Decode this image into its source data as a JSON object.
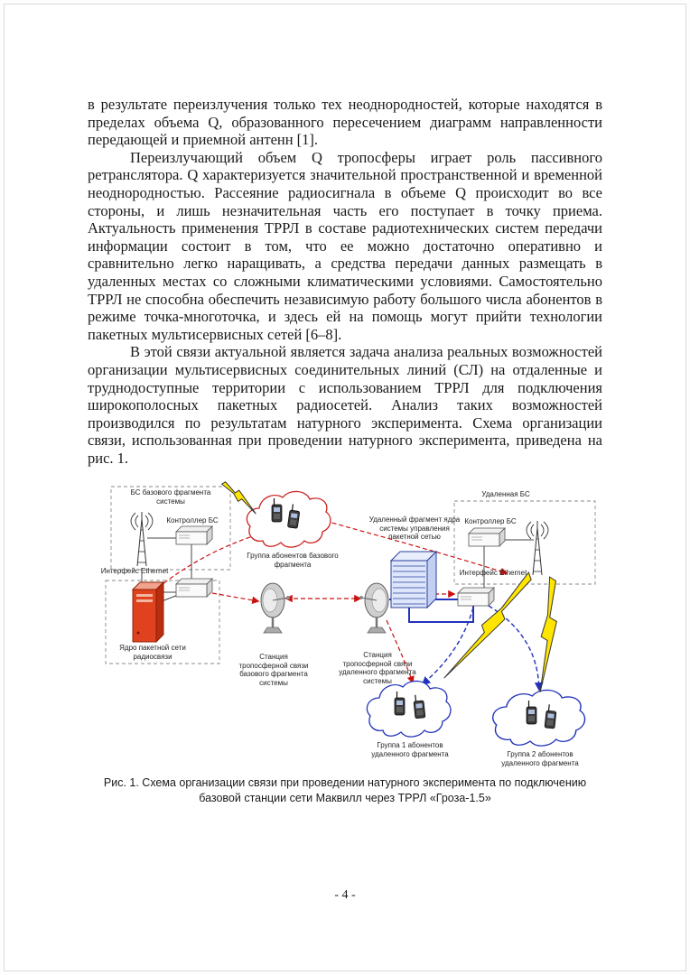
{
  "page": {
    "number": "- 4 -"
  },
  "paragraphs": [
    {
      "text": "в результате переизлучения только тех неоднородностей, которые находятся в пределах объема Q, образованного пересечением диаграмм направленности передающей и приемной антенн [1]."
    },
    {
      "text": "Переизлучающий объем Q тропосферы играет роль пассивного ретранслятора. Q характеризуется значительной пространственной и временной неоднородностью. Рассеяние радиосигнала в объеме Q происходит во все стороны, и лишь незначительная часть его поступает в точку приема. Актуальность применения ТРРЛ в составе радиотехнических систем передачи информации состоит в том, что ее можно достаточно оперативно и сравнительно легко наращивать, а средства передачи данных размещать в удаленных местах со сложными климатическими условиями. Самостоятельно ТРРЛ не способна обеспечить независимую работу большого числа абонентов в режиме точка-многоточка, и здесь ей на помощь могут прийти технологии пакетных мультисервисных сетей [6–8]."
    },
    {
      "text": "В этой связи актуальной является задача анализа реальных возможностей организации мультисервисных соединительных линий (СЛ) на отдаленные и труднодоступные территории с использованием ТРРЛ для подключения широкополосных пакетных радиосетей. Анализ таких возможностей производился по результатам натурного эксперимента. Схема организации связи, использованная при проведении натурного эксперимента, приведена на рис. 1."
    }
  ],
  "figure": {
    "labels": {
      "bs_base": "БС базового фрагмента системы",
      "controller_left": "Контроллер БС",
      "ethernet_left": "Интерфейс Ethernet",
      "group_base": "Группа абонентов базового фрагмента",
      "remote_core": "Удаленный фрагмент ядра системы управления пакетной сетью",
      "remote_bs": "Удаленная БС",
      "controller_right": "Контроллер БС",
      "ethernet_right": "Интерфейс Ethernet",
      "core_left": "Ядро пакетной сети радиосвязи",
      "tropo_base": "Станция тропосферной связи базового фрагмента системы",
      "tropo_remote": "Станция тропосферной связи удаленного фрагмента системы",
      "group1": "Группа 1 абонентов удаленного фрагмента",
      "group2": "Группа 2 абонентов удаленного фрагмента"
    },
    "caption": "Рис. 1. Схема организации связи при проведении натурного эксперимента по подключению базовой станции сети Маквилл через ТРРЛ «Гроза-1.5»",
    "colors": {
      "link_red": "#cc1111",
      "link_blue": "#2233bb",
      "bolt_yellow": "#ffe500"
    }
  }
}
